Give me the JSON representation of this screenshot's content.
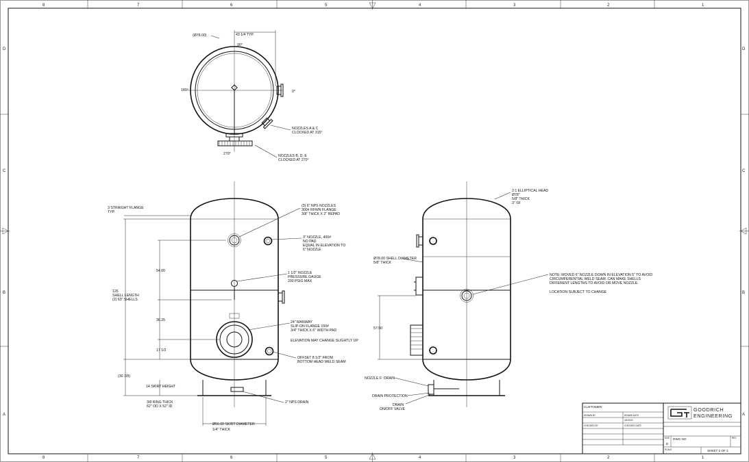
{
  "zones": {
    "cols": [
      "8",
      "7",
      "6",
      "5",
      "4",
      "3",
      "2",
      "1"
    ],
    "rows": [
      "D",
      "C",
      "B",
      "A"
    ]
  },
  "top_view": {
    "diameter": "(Ø78.00)",
    "dim_typ": "43 1/4 TYP.",
    "ang_90": "90°",
    "ang_180": "180°",
    "ang_0": "0°",
    "ang_270": "270°",
    "nozzles_abc": [
      "NOZZLES A & C",
      "CLOCKED AT 315°"
    ],
    "nozzles_bde": [
      "NOZZLES B, D, E",
      "CLOCKED AT 270°"
    ]
  },
  "front_view": {
    "straight_flange": [
      "3 STRAIGHT FLANGE",
      "TYP."
    ],
    "shell_length": [
      "126",
      "SHELL LENGTH",
      "(2) 63\" SHELLS"
    ],
    "dim_54": "54.00",
    "dim_3625": "36.25",
    "dim_1712": "17 1/2",
    "dim_3078": "(30 7/8)",
    "skirt_height": "14 SKIRT HEIGHT",
    "ring_thick": [
      "3/8 RING THICK",
      "62\" OD X 52\" ID"
    ],
    "skirt_diameter": [
      "Ø56.00 SKIRT DIAMETER",
      "1/4\" THICK"
    ],
    "note_6in": [
      "(3) 6\" NPS NOZZLES",
      "300# RFWN FLANGE",
      "3/8\" THICK X 2\" REPAD"
    ],
    "note_3in": [
      "3\" NOZZLE, 400#",
      "NO PAD",
      "EQUAL IN ELEVATION TO",
      "6\" NOZZLE"
    ],
    "note_112": [
      "1 1/2\" NOZZLE",
      "PRESSURE GAUGE",
      "200 PSIG MAX"
    ],
    "note_manway": [
      "24\" MANWAY",
      "SLIP-ON FLANGE 150#",
      "3/4\" THICK X 6\" WIDTH PAD"
    ],
    "note_elev": "ELEVATION MAY CHANGE SLIGHTLY UP",
    "note_offset": [
      "OFFSET 8 1/2\" FROM",
      "BOTTOM HEAD WELD SEAM"
    ],
    "note_drain": "2\" NPS DRAIN"
  },
  "side_view": {
    "head": [
      "2:1 ELLIPTICAL HEAD",
      "Ø78\"",
      "5/8\" THICK",
      "3\" SF"
    ],
    "shell": [
      "Ø78.00 SHELL DIAMETER",
      "5/8\" THICK"
    ],
    "note_moved": [
      "NOTE: MOVED 6\" NOZZLE DOWN IN ELEVATION 5\" TO AVOID",
      "CIRCUMFERENTIAL WELD SEAM. CAN MAKE SHELLS",
      "DIFFERENT LENGTHS TO AVOID OR MOVE NOZZLE."
    ],
    "note_loc": "LOCATION SUBJECT TO CHANGE",
    "dim_5750": "57.50",
    "nozzle_f": "NOZZLE F: DRAIN",
    "drain_prot": "DRAIN PROTECTION",
    "drain_valve": [
      "DRAIN",
      "ON/OFF VALVE"
    ]
  },
  "title_block": {
    "customer": "CUSTOMER:",
    "drawn": "DRAWN BY",
    "drawn_date": "DRAWN DATE",
    "checked": "CHECKED BY",
    "checked_date": "CHECKED DATE",
    "date_value": "4/4/2023",
    "logo_line1": "GOODRICH",
    "logo_line2": "ENGINEERING",
    "size_label": "SIZE",
    "size": "D",
    "dwg_label": "DWG NO",
    "rev_label": "REV",
    "scale_label": "SCALE",
    "sheet": "SHEET 2 OF 2"
  }
}
